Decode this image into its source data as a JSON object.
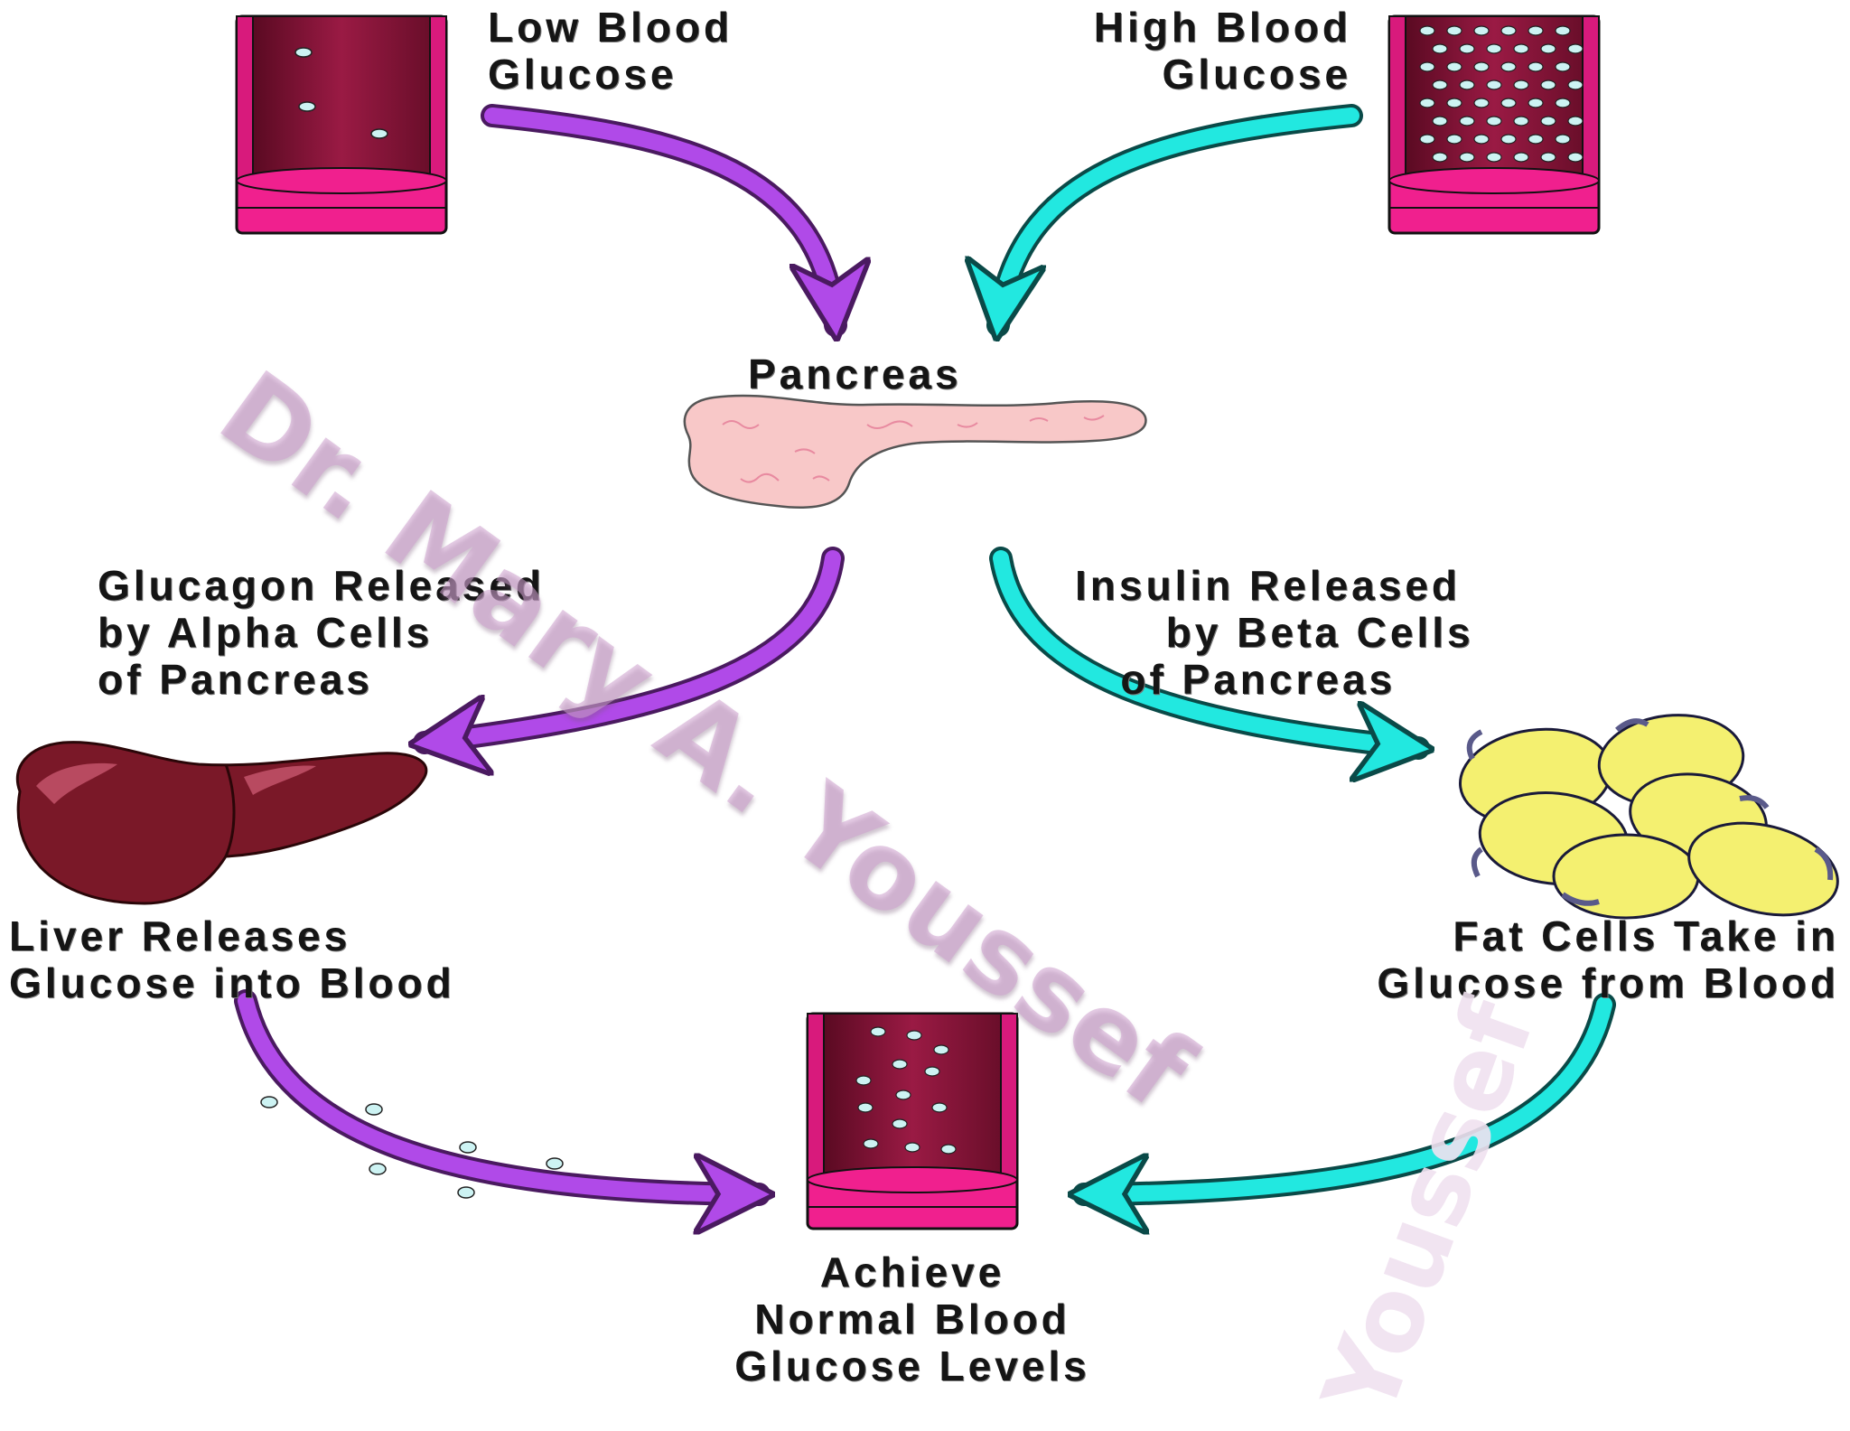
{
  "labels": {
    "low_blood_glucose": "Low Blood\nGlucose",
    "high_blood_glucose": "High Blood\nGlucose",
    "pancreas": "Pancreas",
    "glucagon_released": "Glucagon Released\nby Alpha Cells\nof Pancreas",
    "insulin_released": "Insulin Released\n      by Beta Cells\n   of Pancreas",
    "liver_releases": "Liver Releases\nGlucose into Blood",
    "fat_cells_take_in": "Fat Cells Take in\nGlucose from Blood",
    "achieve_normal": "Achieve\nNormal Blood\nGlucose Levels"
  },
  "watermark": {
    "main": "Dr. Mary A. Youssef",
    "faint": "Youssef"
  },
  "colors": {
    "glucagon_arrow": "#b04ae8",
    "insulin_arrow": "#22e8e0",
    "vessel_outer": "#f0208e",
    "vessel_inner": "#8c1238",
    "pancreas": "#f8c8c8",
    "liver": "#7a1828",
    "fat_cell": "#f4f070"
  }
}
